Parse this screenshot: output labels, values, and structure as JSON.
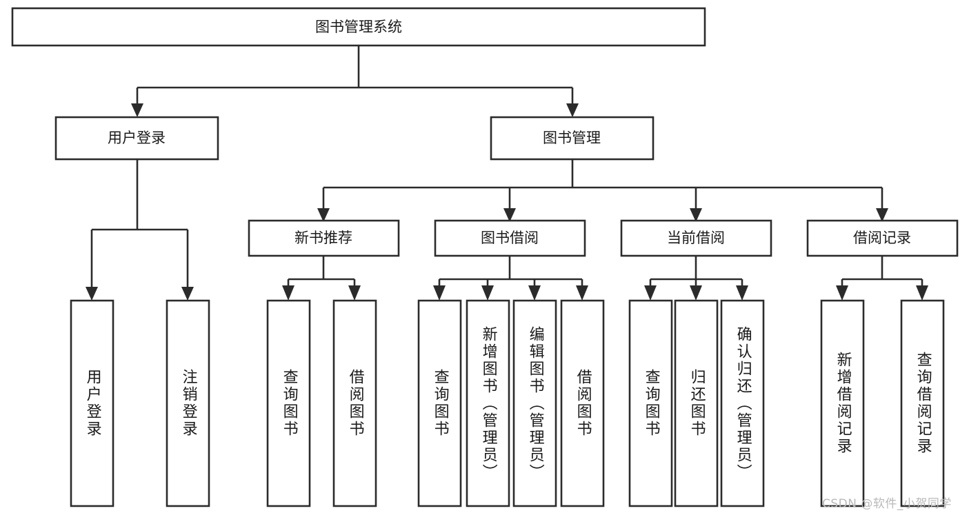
{
  "diagram": {
    "type": "tree-hierarchy",
    "title": "图书管理系统",
    "orientation": "top-down",
    "colors": {
      "stroke": "#2b2b2b",
      "box_fill": "#ffffff",
      "text": "#1a1a1a",
      "background": "#ffffff",
      "watermark": "#b9b9b9"
    },
    "root": {
      "id": "root",
      "label": "图书管理系统"
    },
    "level2": [
      {
        "id": "user-login",
        "label": "用户登录"
      },
      {
        "id": "book-manage",
        "label": "图书管理"
      }
    ],
    "level3": [
      {
        "id": "new-book-rec",
        "label": "新书推荐",
        "parent": "book-manage"
      },
      {
        "id": "book-borrow",
        "label": "图书借阅",
        "parent": "book-manage"
      },
      {
        "id": "current-borrow",
        "label": "当前借阅",
        "parent": "book-manage"
      },
      {
        "id": "borrow-record",
        "label": "借阅记录",
        "parent": "book-manage"
      }
    ],
    "leaves": [
      {
        "id": "leaf-user-login",
        "label": "用户登录",
        "parent": "user-login"
      },
      {
        "id": "leaf-logout",
        "label": "注销登录",
        "parent": "user-login"
      },
      {
        "id": "leaf-query-book-1",
        "label": "查询图书",
        "parent": "new-book-rec"
      },
      {
        "id": "leaf-borrow-book-1",
        "label": "借阅图书",
        "parent": "new-book-rec"
      },
      {
        "id": "leaf-query-book-2",
        "label": "查询图书",
        "parent": "book-borrow"
      },
      {
        "id": "leaf-add-book",
        "label": "新增图书（管理员）",
        "parent": "book-borrow"
      },
      {
        "id": "leaf-edit-book",
        "label": "编辑图书（管理员）",
        "parent": "book-borrow"
      },
      {
        "id": "leaf-borrow-book-2",
        "label": "借阅图书",
        "parent": "book-borrow"
      },
      {
        "id": "leaf-query-book-3",
        "label": "查询图书",
        "parent": "current-borrow"
      },
      {
        "id": "leaf-return-book",
        "label": "归还图书",
        "parent": "current-borrow"
      },
      {
        "id": "leaf-confirm-return",
        "label": "确认归还（管理员）",
        "parent": "current-borrow"
      },
      {
        "id": "leaf-add-record",
        "label": "新增借阅记录",
        "parent": "borrow-record"
      },
      {
        "id": "leaf-query-record",
        "label": "查询借阅记录",
        "parent": "borrow-record"
      }
    ]
  },
  "watermark": {
    "text": "CSDN @软件_小贺同学"
  }
}
